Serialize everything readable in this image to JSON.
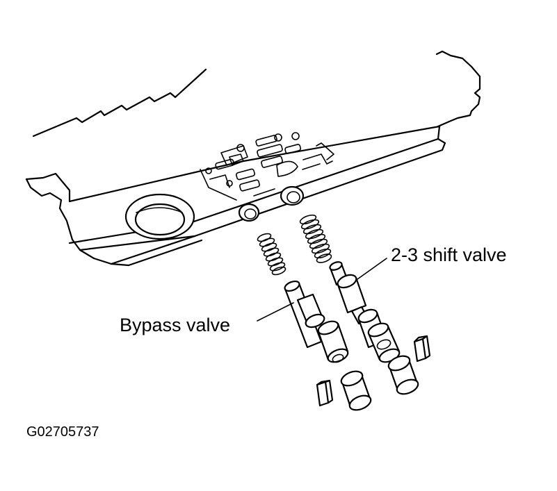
{
  "labels": {
    "shift_valve": "2-3 shift valve",
    "bypass_valve": "Bypass valve",
    "figure_code": "G02705737"
  },
  "colors": {
    "line": "#000000",
    "background": "#ffffff"
  }
}
